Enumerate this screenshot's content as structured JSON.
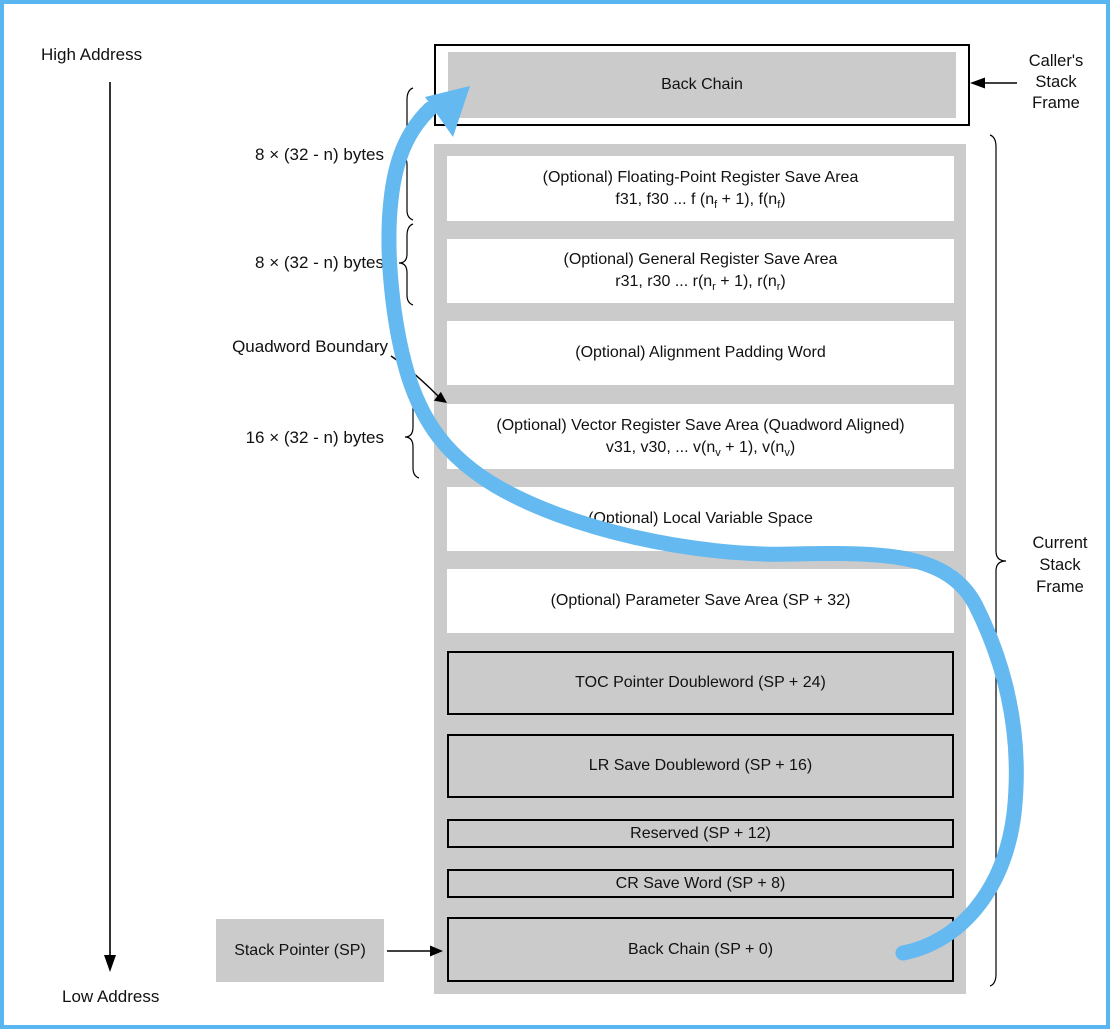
{
  "colors": {
    "box_gray": "#cbcbcb",
    "flow_arrow_blue": "#64b9f0",
    "page_border_blue": "#5ab6f1",
    "line_black": "#000000"
  },
  "side": {
    "high_address": "High Address",
    "low_address": "Low Address",
    "fp_bytes": "8 × (32 - n) bytes",
    "gr_bytes": "8 × (32 - n) bytes",
    "vr_bytes": "16 × (32 - n) bytes",
    "quadword_boundary": "Quadword Boundary",
    "stack_pointer": "Stack Pointer (SP)",
    "callers_frame_lines": [
      "Caller's",
      "Stack",
      "Frame"
    ],
    "current_frame_lines": [
      "Current",
      "Stack",
      "Frame"
    ]
  },
  "caller": {
    "back_chain": "Back Chain"
  },
  "rows": [
    {
      "line1": "(Optional) Floating-Point Register Save Area",
      "l2a": "f31, f30 ... f (n",
      "l2b": "f",
      "l2c": " + 1), f(n",
      "l2d": "f",
      "l2e": ")"
    },
    {
      "line1": "(Optional) General Register Save Area",
      "l2a": "r31, r30 ... r(n",
      "l2b": "r",
      "l2c": " + 1), r(n",
      "l2d": "r",
      "l2e": ")"
    },
    {
      "label": "(Optional) Alignment Padding Word"
    },
    {
      "line1": "(Optional) Vector Register Save Area (Quadword Aligned)",
      "l2a": "v31, v30, ... v(n",
      "l2b": "v",
      "l2c": " + 1), v(n",
      "l2d": "v",
      "l2e": ")"
    },
    {
      "label": "(Optional) Local Variable Space"
    },
    {
      "label": "(Optional) Parameter Save Area (SP + 32)"
    },
    {
      "label": "TOC Pointer Doubleword (SP + 24)"
    },
    {
      "label": "LR Save Doubleword (SP + 16)"
    },
    {
      "label": "Reserved (SP + 12)"
    },
    {
      "label": "CR Save Word (SP + 8)"
    },
    {
      "label": "Back Chain (SP + 0)"
    }
  ]
}
